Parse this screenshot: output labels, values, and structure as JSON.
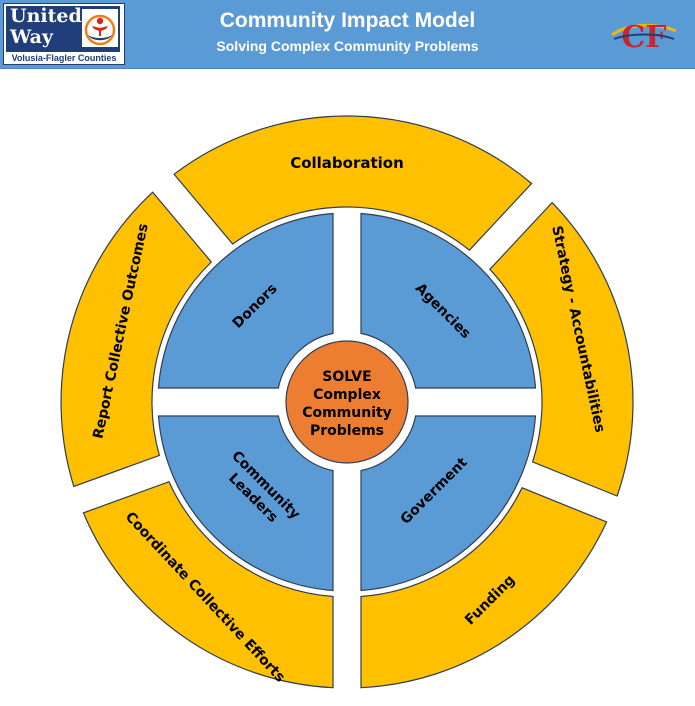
{
  "header": {
    "title": "Community Impact Model",
    "subtitle": "Solving Complex Community Problems",
    "left_logo": {
      "name": "United\nWay",
      "name_line1": "United",
      "name_line2": "Way",
      "tagline": "Volusia-Flagler Counties"
    },
    "right_logo": {
      "text": "CF"
    }
  },
  "diagram": {
    "center": {
      "lines": [
        "SOLVE",
        "Complex",
        "Community",
        "Problems"
      ]
    },
    "inner_ring": [
      {
        "label": "Donors"
      },
      {
        "label": "Agencies"
      },
      {
        "label": "Goverment"
      },
      {
        "label_lines": [
          "Community",
          "Leaders"
        ]
      }
    ],
    "outer_ring": [
      {
        "label": "Collaboration"
      },
      {
        "label": "Strategy - Accountabilities"
      },
      {
        "label": "Funding"
      },
      {
        "label": "Coordinate Collective Efforts"
      },
      {
        "label": "Report Collective Outcomes"
      }
    ]
  },
  "colors": {
    "header_bg": "#5b9bd5",
    "outer_fill": "#ffc000",
    "inner_fill": "#5b9bd5",
    "center_fill": "#ed7d31",
    "stroke": "#2e3d52",
    "uw_blue": "#1f3e7a"
  }
}
